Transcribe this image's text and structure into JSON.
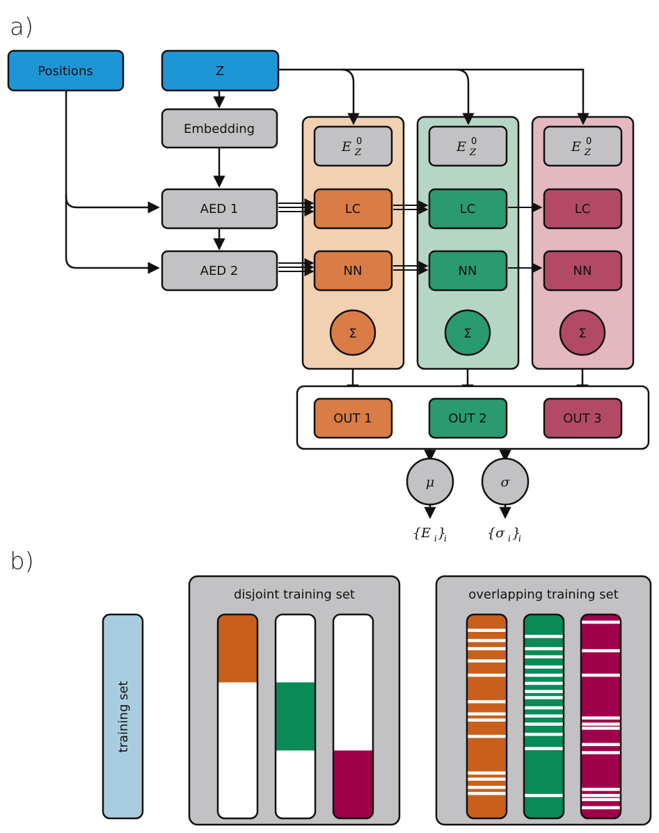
{
  "panel_a": {
    "label": "a)",
    "inputs": {
      "positions": "Positions",
      "z": "Z"
    },
    "embedding": "Embedding",
    "aed1": "AED 1",
    "aed2": "AED 2",
    "columns": [
      {
        "e_label": "E",
        "e_sup": "0",
        "e_sub": "Z",
        "lc": "LC",
        "nn": "NN",
        "sum": "Σ",
        "out": "OUT 1",
        "bg": "#f2d0b2",
        "fill": "#d97c45"
      },
      {
        "e_label": "E",
        "e_sup": "0",
        "e_sub": "Z",
        "lc": "LC",
        "nn": "NN",
        "sum": "Σ",
        "out": "OUT 2",
        "bg": "#b5d6c4",
        "fill": "#2a9a70"
      },
      {
        "e_label": "E",
        "e_sup": "0",
        "e_sub": "Z",
        "lc": "LC",
        "nn": "NN",
        "sum": "Σ",
        "out": "OUT 3",
        "bg": "#e4b8c1",
        "fill": "#b24a66"
      }
    ],
    "mu": "μ",
    "sigma": "σ",
    "mu_out": "{E",
    "mu_out_sub": "i",
    "mu_out_close": "}",
    "mu_out_sub2": "i",
    "sigma_out": "{σ",
    "sigma_out_sub": "i",
    "sigma_out_close": "}",
    "sigma_out_sub2": "i",
    "colors": {
      "input_blue": "#1e96d6",
      "gray": "#c2c2c4"
    }
  },
  "panel_b": {
    "label": "b)",
    "training_set": "training set",
    "disjoint_title": "disjoint training set",
    "overlapping_title": "overlapping training set",
    "colors": {
      "orange": "#c8601c",
      "green": "#0a8a56",
      "magenta": "#a0004a",
      "light_blue": "#a9cde0"
    },
    "disjoint_segments": [
      {
        "color": "orange",
        "start": 0.0,
        "end": 0.333
      },
      {
        "color": "green",
        "start": 0.333,
        "end": 0.667
      },
      {
        "color": "magenta",
        "start": 0.667,
        "end": 1.0
      }
    ]
  }
}
